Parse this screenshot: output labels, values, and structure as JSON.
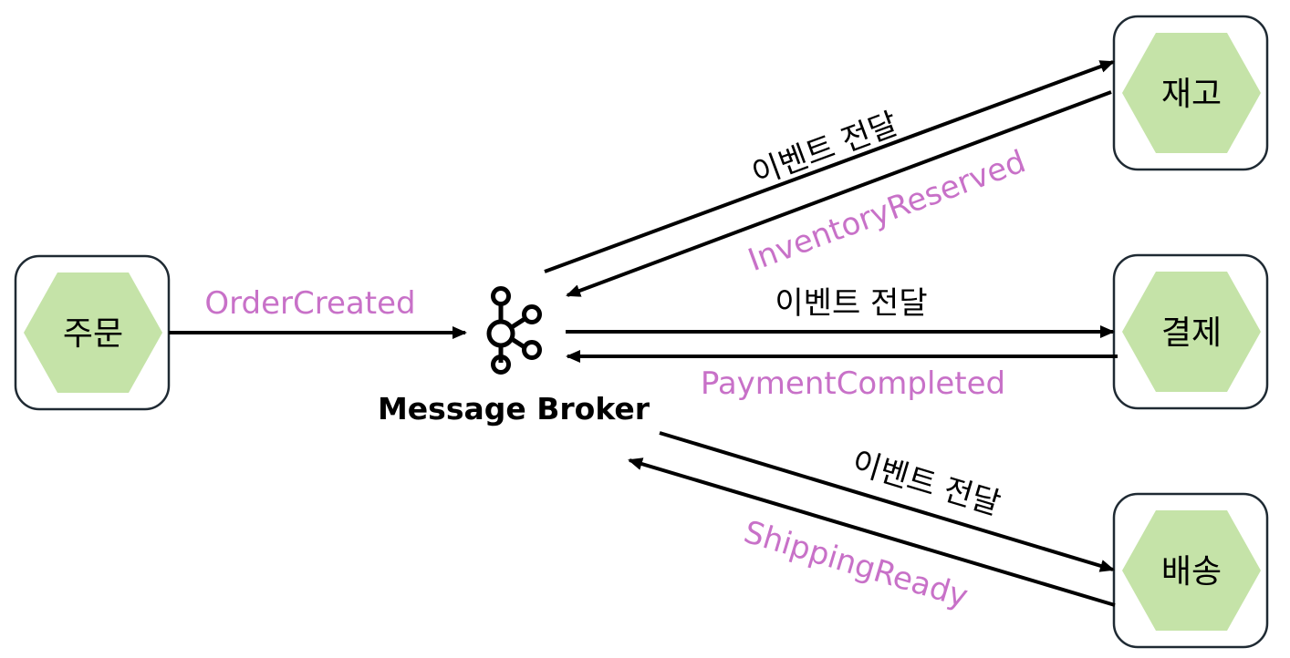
{
  "broker": {
    "label": "Message Broker",
    "icon": "kafka-icon"
  },
  "nodes": {
    "order": "주문",
    "inventory": "재고",
    "payment": "결제",
    "shipping": "배송"
  },
  "messages": {
    "order_created": "OrderCreated",
    "event_delivery_inventory": "이벤트 전달",
    "inventory_reserved": "InventoryReserved",
    "event_delivery_payment": "이벤트 전달",
    "payment_completed": "PaymentCompleted",
    "event_delivery_shipping": "이벤트 전달",
    "shipping_ready": "ShippingReady"
  },
  "colors": {
    "node_fill": "#c5e3a8",
    "event_label": "#c871c8",
    "delivery_label": "#000000"
  }
}
